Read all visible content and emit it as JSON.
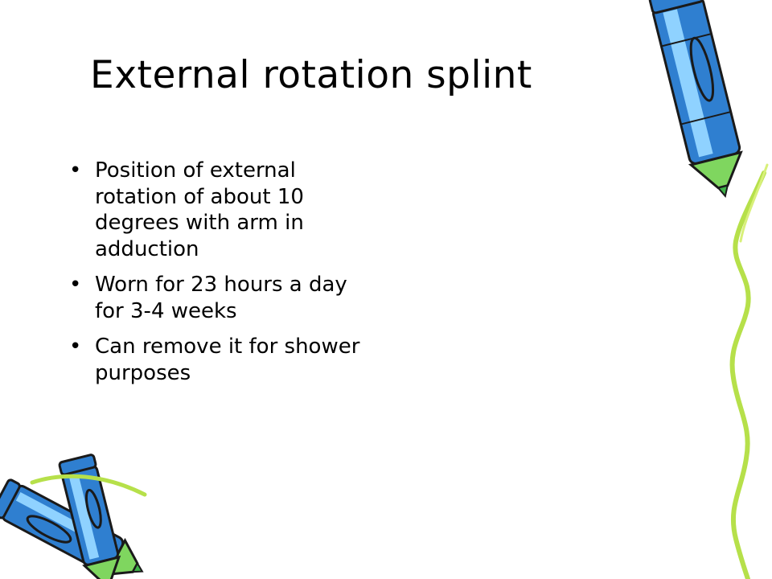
{
  "slide": {
    "title": "External rotation splint",
    "bullets": [
      {
        "text": "Position of external rotation of about 10 degrees with arm in adduction"
      },
      {
        "text": "Worn for 23 hours a day for 3-4 weeks"
      },
      {
        "text": "Can remove it for shower purposes"
      }
    ],
    "bullet_char": "•"
  },
  "decorations": {
    "top_right": "crayon-pencil-icon",
    "bottom_left": "crayon-pencil-icon",
    "right_edge": "squiggle-line-icon",
    "colors": {
      "crayon_body": "#2f7fd0",
      "crayon_light": "#8fd2ff",
      "crayon_tip": "#3fb24a",
      "crayon_cap": "#7fd65f",
      "squiggle": "#b6e04a"
    }
  }
}
